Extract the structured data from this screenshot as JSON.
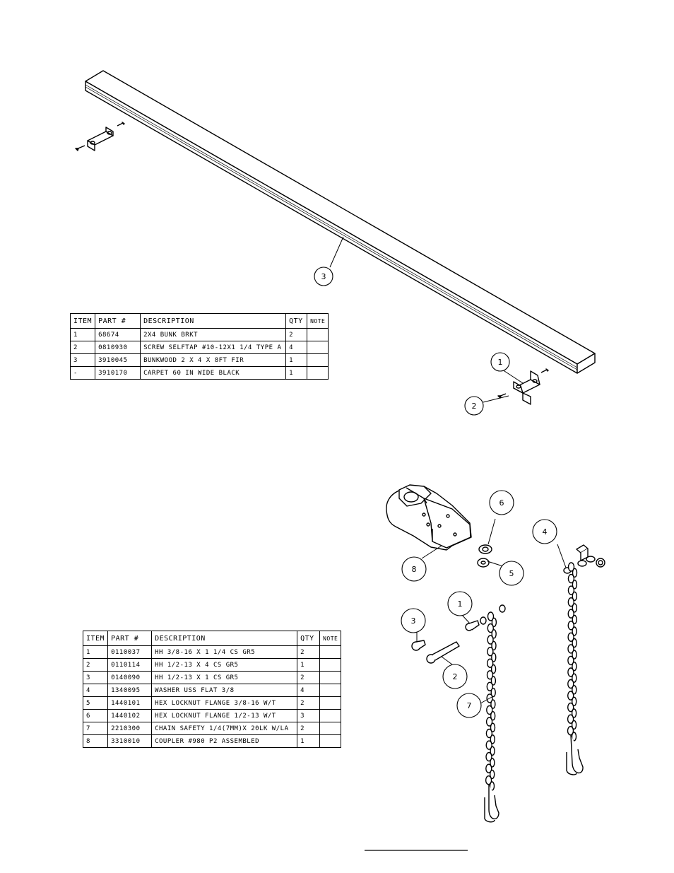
{
  "bunk_table": {
    "headers": [
      "ITEM",
      "PART #",
      "DESCRIPTION",
      "QTY",
      "NOTE"
    ],
    "rows": [
      [
        "1",
        "68674",
        "2X4 BUNK BRKT",
        "2",
        ""
      ],
      [
        "2",
        "0810930",
        "SCREW SELFTAP #10-12X1 1/4 TYPE A",
        "4",
        ""
      ],
      [
        "3",
        "3910045",
        "BUNKWOOD   2 X 4 X 8FT FIR",
        "1",
        ""
      ],
      [
        "-",
        "3910170",
        "CARPET 60 IN WIDE BLACK",
        "1",
        ""
      ]
    ]
  },
  "coupler_table": {
    "headers": [
      "ITEM",
      "PART #",
      "DESCRIPTION",
      "QTY",
      "NOTE"
    ],
    "rows": [
      [
        "1",
        "0110037",
        "HH 3/8-16 X 1 1/4 CS GR5",
        "2",
        ""
      ],
      [
        "2",
        "0110114",
        "HH 1/2-13 X 4 CS GR5",
        "1",
        ""
      ],
      [
        "3",
        "0140090",
        "HH 1/2-13 X 1 CS GR5",
        "2",
        ""
      ],
      [
        "4",
        "1340095",
        "WASHER USS FLAT 3/8",
        "4",
        ""
      ],
      [
        "5",
        "1440101",
        "HEX LOCKNUT FLANGE 3/8-16 W/T",
        "2",
        ""
      ],
      [
        "6",
        "1440102",
        "HEX LOCKNUT FLANGE 1/2-13 W/T",
        "3",
        ""
      ],
      [
        "7",
        "2210300",
        "CHAIN SAFETY 1/4(7MM)X 20LK W/LA",
        "2",
        ""
      ],
      [
        "8",
        "3310010",
        "COUPLER #980 P2 ASSEMBLED",
        "1",
        ""
      ]
    ]
  },
  "balloons": {
    "b3_bunk": "3",
    "b1_bunk": "1",
    "b2_bunk": "2",
    "b6": "6",
    "b4": "4",
    "b8": "8",
    "b5": "5",
    "b1": "1",
    "b3": "3",
    "b2": "2",
    "b7": "7"
  }
}
